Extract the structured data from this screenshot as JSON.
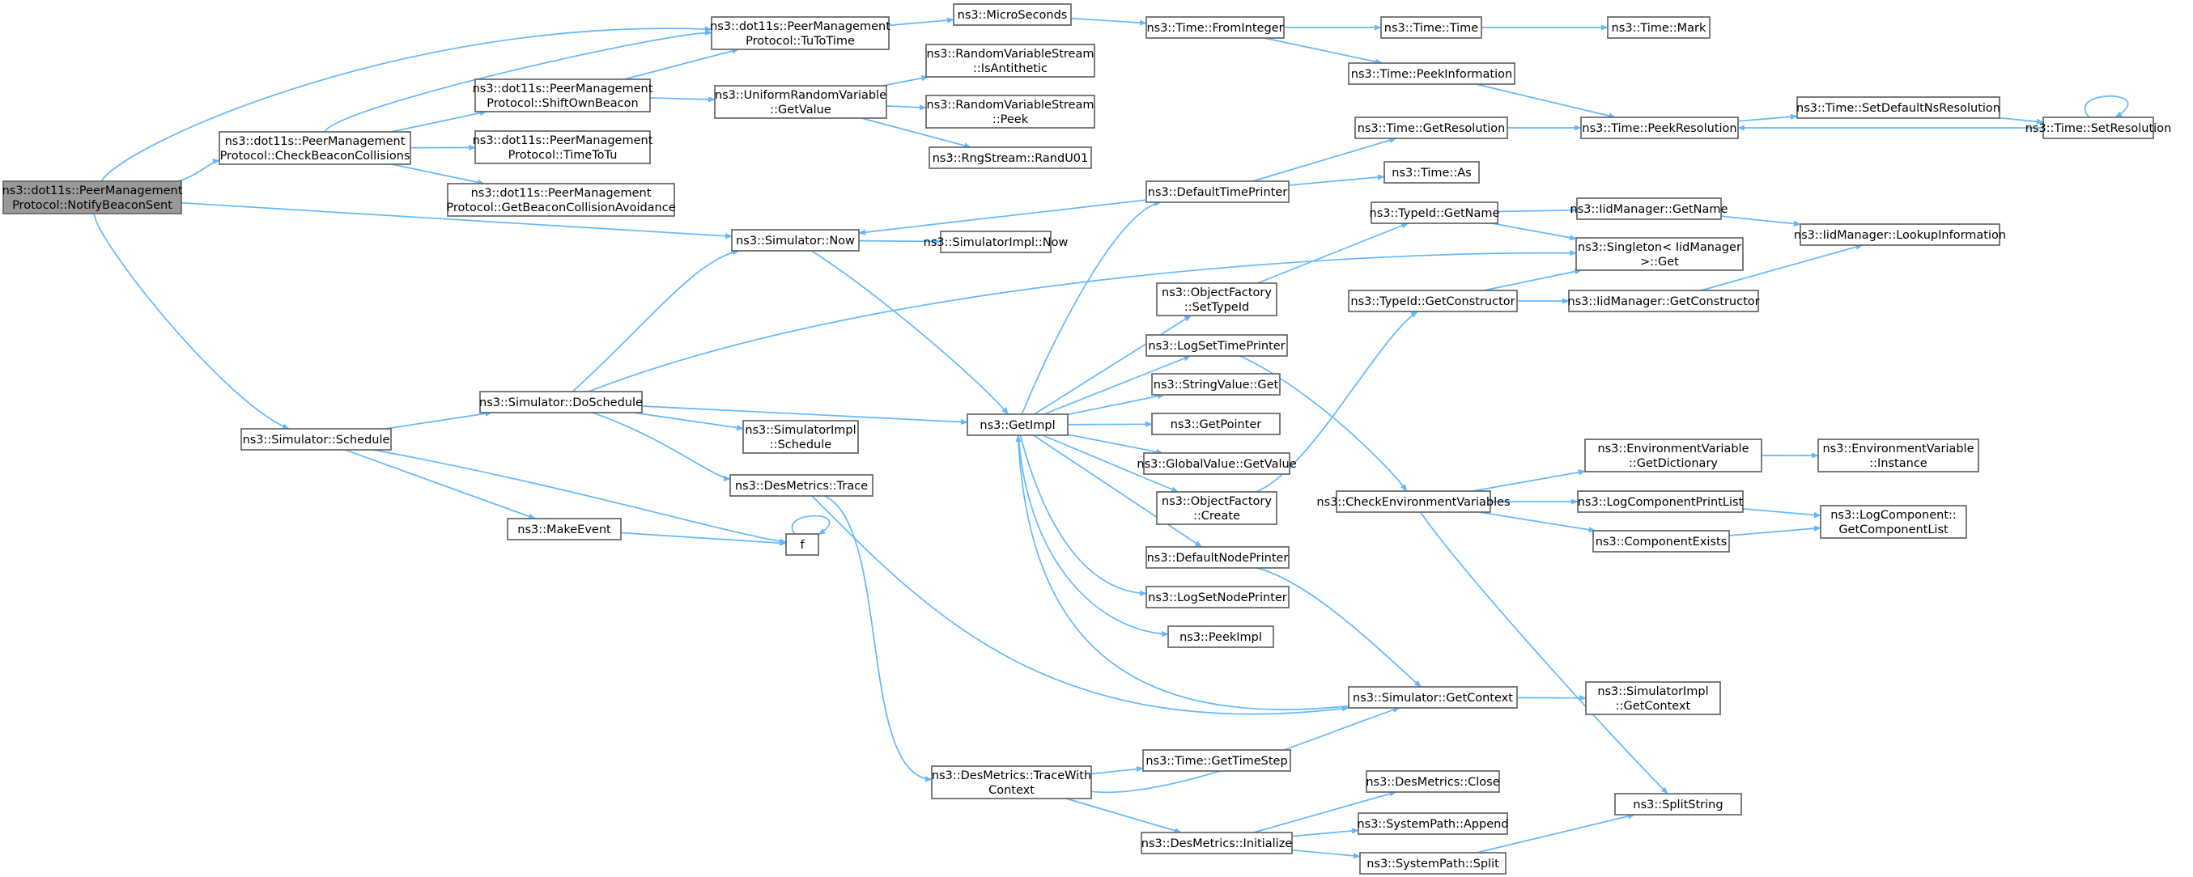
{
  "diagram": {
    "nodes": [
      {
        "id": "notify",
        "lines": [
          "ns3::dot11s::PeerManagement",
          "Protocol::NotifyBeaconSent"
        ],
        "root": true
      },
      {
        "id": "checkbeacon",
        "lines": [
          "ns3::dot11s::PeerManagement",
          "Protocol::CheckBeaconCollisions"
        ]
      },
      {
        "id": "tututime",
        "lines": [
          "ns3::dot11s::PeerManagement",
          "Protocol::TuToTime"
        ]
      },
      {
        "id": "shiftown",
        "lines": [
          "ns3::dot11s::PeerManagement",
          "Protocol::ShiftOwnBeacon"
        ]
      },
      {
        "id": "timetotu",
        "lines": [
          "ns3::dot11s::PeerManagement",
          "Protocol::TimeToTu"
        ]
      },
      {
        "id": "getbeaconavoid",
        "lines": [
          "ns3::dot11s::PeerManagement",
          "Protocol::GetBeaconCollisionAvoidance"
        ]
      },
      {
        "id": "microseconds",
        "lines": [
          "ns3::MicroSeconds"
        ]
      },
      {
        "id": "uniformgetvalue",
        "lines": [
          "ns3::UniformRandomVariable",
          "::GetValue"
        ]
      },
      {
        "id": "isantithetic",
        "lines": [
          "ns3::RandomVariableStream",
          "::IsAntithetic"
        ]
      },
      {
        "id": "rvspeek",
        "lines": [
          "ns3::RandomVariableStream",
          "::Peek"
        ]
      },
      {
        "id": "randu01",
        "lines": [
          "ns3::RngStream::RandU01"
        ]
      },
      {
        "id": "fromint",
        "lines": [
          "ns3::Time::FromInteger"
        ]
      },
      {
        "id": "timetime",
        "lines": [
          "ns3::Time::Time"
        ]
      },
      {
        "id": "timemark",
        "lines": [
          "ns3::Time::Mark"
        ]
      },
      {
        "id": "peekinfo",
        "lines": [
          "ns3::Time::PeekInformation"
        ]
      },
      {
        "id": "getres",
        "lines": [
          "ns3::Time::GetResolution"
        ]
      },
      {
        "id": "peekres",
        "lines": [
          "ns3::Time::PeekResolution"
        ]
      },
      {
        "id": "setdefns",
        "lines": [
          "ns3::Time::SetDefaultNsResolution"
        ]
      },
      {
        "id": "setres",
        "lines": [
          "ns3::Time::SetResolution"
        ]
      },
      {
        "id": "timeas",
        "lines": [
          "ns3::Time::As"
        ]
      },
      {
        "id": "deftimeprinter",
        "lines": [
          "ns3::DefaultTimePrinter"
        ]
      },
      {
        "id": "simnow",
        "lines": [
          "ns3::Simulator::Now"
        ]
      },
      {
        "id": "simimplnow",
        "lines": [
          "ns3::SimulatorImpl::Now"
        ]
      },
      {
        "id": "typeidgetname",
        "lines": [
          "ns3::TypeId::GetName"
        ]
      },
      {
        "id": "iidgetname",
        "lines": [
          "ns3::IidManager::GetName"
        ]
      },
      {
        "id": "iidlookup",
        "lines": [
          "ns3::IidManager::LookupInformation"
        ]
      },
      {
        "id": "singletonget",
        "lines": [
          "ns3::Singleton< IidManager",
          ">::Get"
        ]
      },
      {
        "id": "objsettypeid",
        "lines": [
          "ns3::ObjectFactory",
          "::SetTypeId"
        ]
      },
      {
        "id": "typeidgetctor",
        "lines": [
          "ns3::TypeId::GetConstructor"
        ]
      },
      {
        "id": "iidgetctor",
        "lines": [
          "ns3::IidManager::GetConstructor"
        ]
      },
      {
        "id": "logsettime",
        "lines": [
          "ns3::LogSetTimePrinter"
        ]
      },
      {
        "id": "stringvalueget",
        "lines": [
          "ns3::StringValue::Get"
        ]
      },
      {
        "id": "getpointer",
        "lines": [
          "ns3::GetPointer"
        ]
      },
      {
        "id": "globalgetvalue",
        "lines": [
          "ns3::GlobalValue::GetValue"
        ]
      },
      {
        "id": "objcreate",
        "lines": [
          "ns3::ObjectFactory",
          "::Create"
        ]
      },
      {
        "id": "defnodeprinter",
        "lines": [
          "ns3::DefaultNodePrinter"
        ]
      },
      {
        "id": "logsetnode",
        "lines": [
          "ns3::LogSetNodePrinter"
        ]
      },
      {
        "id": "peekimpl",
        "lines": [
          "ns3::PeekImpl"
        ]
      },
      {
        "id": "getimpl",
        "lines": [
          "ns3::GetImpl"
        ]
      },
      {
        "id": "simschedule",
        "lines": [
          "ns3::Simulator::Schedule"
        ]
      },
      {
        "id": "simdoschedule",
        "lines": [
          "ns3::Simulator::DoSchedule"
        ]
      },
      {
        "id": "simimplschedule",
        "lines": [
          "ns3::SimulatorImpl",
          "::Schedule"
        ]
      },
      {
        "id": "desmtrace",
        "lines": [
          "ns3::DesMetrics::Trace"
        ]
      },
      {
        "id": "makeevent",
        "lines": [
          "ns3::MakeEvent"
        ]
      },
      {
        "id": "f",
        "lines": [
          "f"
        ]
      },
      {
        "id": "checkenv",
        "lines": [
          "ns3::CheckEnvironmentVariables"
        ]
      },
      {
        "id": "envgetdict",
        "lines": [
          "ns3::EnvironmentVariable",
          "::GetDictionary"
        ]
      },
      {
        "id": "envinstance",
        "lines": [
          "ns3::EnvironmentVariable",
          "::Instance"
        ]
      },
      {
        "id": "logcompprintlist",
        "lines": [
          "ns3::LogComponentPrintList"
        ]
      },
      {
        "id": "compexists",
        "lines": [
          "ns3::ComponentExists"
        ]
      },
      {
        "id": "logcompgetlist",
        "lines": [
          "ns3::LogComponent::",
          "GetComponentList"
        ]
      },
      {
        "id": "simgetcontext",
        "lines": [
          "ns3::Simulator::GetContext"
        ]
      },
      {
        "id": "simimplgetcontext",
        "lines": [
          "ns3::SimulatorImpl",
          "::GetContext"
        ]
      },
      {
        "id": "desmtracewith",
        "lines": [
          "ns3::DesMetrics::TraceWith",
          "Context"
        ]
      },
      {
        "id": "timegetstep",
        "lines": [
          "ns3::Time::GetTimeStep"
        ]
      },
      {
        "id": "desmclose",
        "lines": [
          "ns3::DesMetrics::Close"
        ]
      },
      {
        "id": "desminit",
        "lines": [
          "ns3::DesMetrics::Initialize"
        ]
      },
      {
        "id": "sysappend",
        "lines": [
          "ns3::SystemPath::Append"
        ]
      },
      {
        "id": "syssplit",
        "lines": [
          "ns3::SystemPath::Split"
        ]
      },
      {
        "id": "splitstring",
        "lines": [
          "ns3::SplitString"
        ]
      }
    ]
  }
}
